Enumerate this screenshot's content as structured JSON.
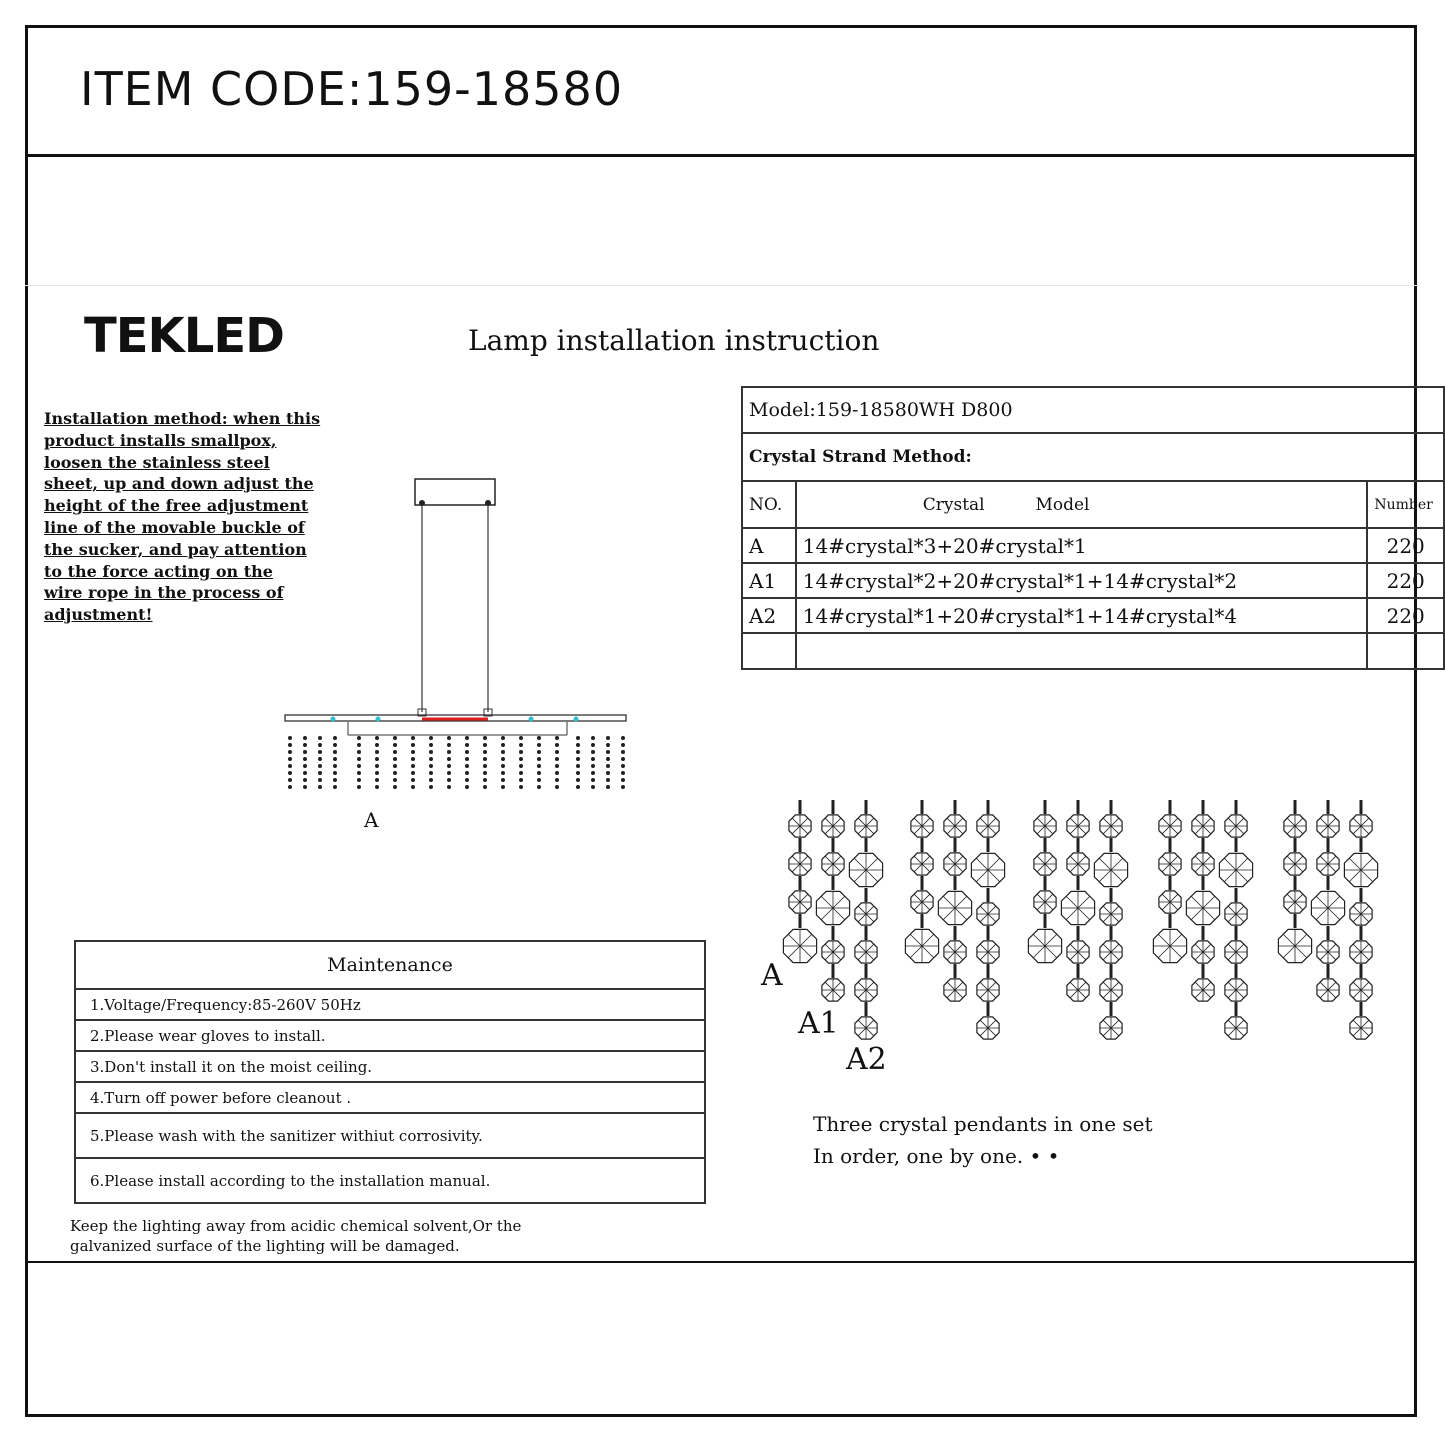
{
  "header": {
    "item_code": "ITEM CODE:159-18580"
  },
  "brand": {
    "logo_text": "TEKLED"
  },
  "doc": {
    "title": "Lamp installation instruction"
  },
  "installation": {
    "lines": [
      "Installation method: when this",
      "product installs smallpox,",
      "loosen the stainless steel",
      "sheet, up and down adjust the",
      "height of the free adjustment",
      "line of the movable buckle of",
      "the sucker, and pay attention",
      "to the force acting on the",
      "wire rope in the process of",
      "adjustment!"
    ]
  },
  "lamp_drawing": {
    "label": "A"
  },
  "spec_table": {
    "model": "Model:159-18580WH  D800",
    "strand_method": "Crystal Strand Method:",
    "headers": {
      "no": "NO.",
      "crystal": "Crystal",
      "model": "Model",
      "number": "Number"
    },
    "rows": [
      {
        "no": "A",
        "crystal": "14#crystal*3+20#crystal*1",
        "number": "220"
      },
      {
        "no": "A1",
        "crystal": "14#crystal*2+20#crystal*1+14#crystal*2",
        "number": "220"
      },
      {
        "no": "A2",
        "crystal": "14#crystal*1+20#crystal*1+14#crystal*4",
        "number": "220"
      }
    ]
  },
  "maintenance": {
    "title": "Maintenance",
    "items": [
      "1.Voltage/Frequency:85-260V 50Hz",
      "2.Please wear gloves to install.",
      "3.Don't install it on the moist ceiling.",
      "4.Turn off power before cleanout .",
      "5.Please wash with the sanitizer withiut corrosivity.",
      "6.Please install according to the installation manual."
    ],
    "warning_lines": [
      "  Keep the lighting away from acidic chemical solvent,Or the",
      "galvanized surface of the lighting will be damaged."
    ]
  },
  "pendants": {
    "labels": [
      "A",
      "A1",
      "A2"
    ],
    "note_lines": [
      "Three crystal pendants in one set",
      "In order, one by one. • •"
    ]
  },
  "colors": {
    "ink": "#111111",
    "accent_red": "#e02020",
    "accent_cyan": "#30c0d0"
  }
}
